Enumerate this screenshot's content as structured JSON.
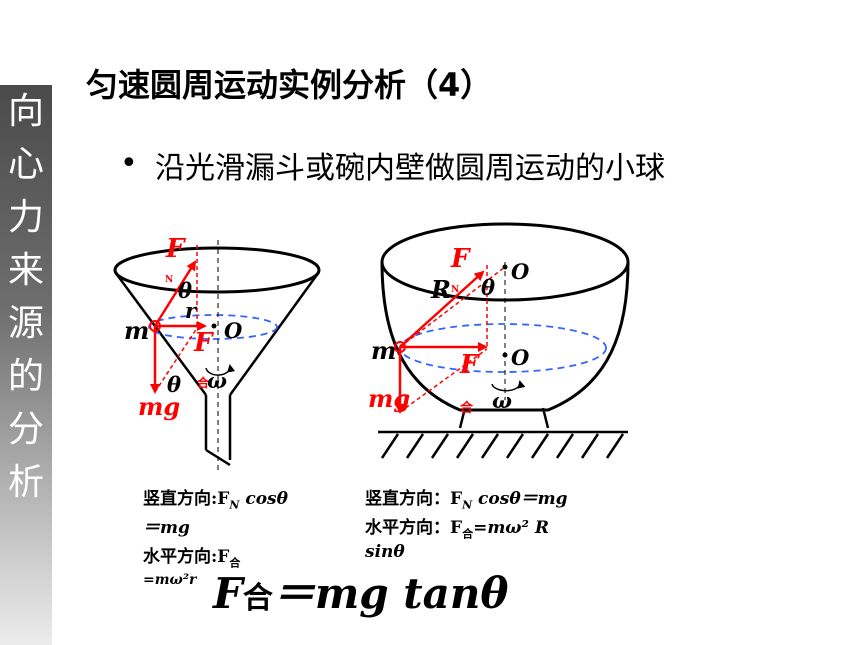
{
  "title": "匀速圆周运动实例分析（4）",
  "sidebar_chars": [
    "向",
    "心",
    "力",
    "来",
    "源",
    "的",
    "分",
    "析"
  ],
  "bullet": "沿光滑漏斗或碗内壁做圆周运动的小球",
  "funnel": {
    "F": "F",
    "N": "N",
    "theta1": "θ",
    "r": "r",
    "m": "m",
    "O": "O",
    "F_he": "F",
    "he": "合",
    "theta2": "θ",
    "omega": "ω",
    "mg": "mg"
  },
  "bowl": {
    "F": "F",
    "R": "R",
    "N": "N",
    "theta": "θ",
    "O_top": "O",
    "m": "m",
    "O_mid": "O",
    "F_he": "F",
    "he": "合",
    "mg": "mg",
    "omega": "ω"
  },
  "left_notes": {
    "line1": "竖直方向:F",
    "line1_sub": "N",
    "line1_rest": " cosθ",
    "line2": "＝mg",
    "line3": "水平方向:F",
    "line3_sub": "合",
    "line4": "=mω²r"
  },
  "right_notes": {
    "line1": "竖直方向：F",
    "line1_sub": "N",
    "line1_rest": " cosθ＝mg",
    "line2": "水平方向：F",
    "line2_sub": "合",
    "line2_rest": "=mω² R",
    "line3": "sinθ"
  },
  "formula": {
    "F": "F",
    "sub": "合",
    "rest": "＝mg tanθ"
  },
  "colors": {
    "force": "#ff0000",
    "circle": "#3366ff",
    "sidebar_text": "#ffffff"
  }
}
